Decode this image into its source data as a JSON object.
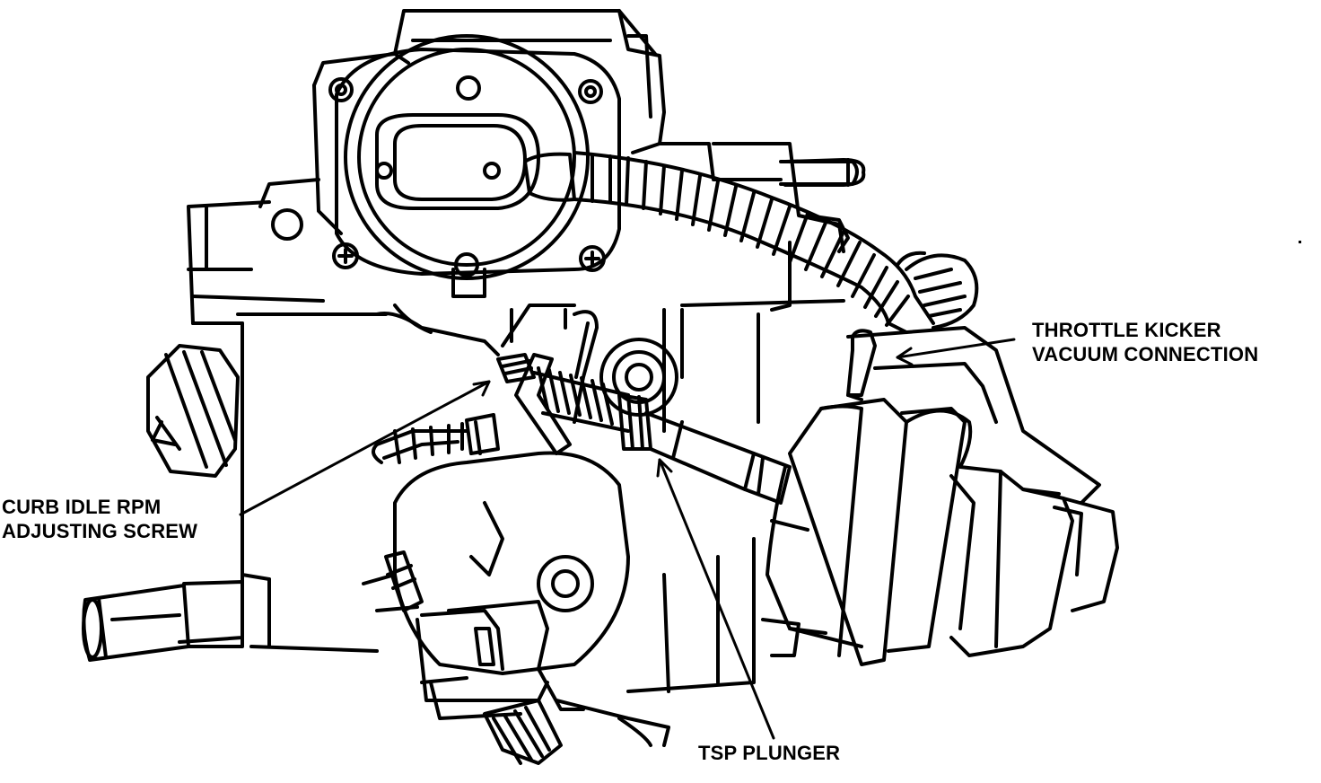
{
  "labels": {
    "throttle_kicker": {
      "line1": "THROTTLE KICKER",
      "line2": "VACUUM CONNECTION"
    },
    "curb_idle": {
      "line1": "CURB IDLE RPM",
      "line2": "ADJUSTING SCREW"
    },
    "tsp_plunger": {
      "line1": "TSP PLUNGER"
    }
  },
  "colors": {
    "ink": "#000000",
    "paper": "#ffffff"
  }
}
